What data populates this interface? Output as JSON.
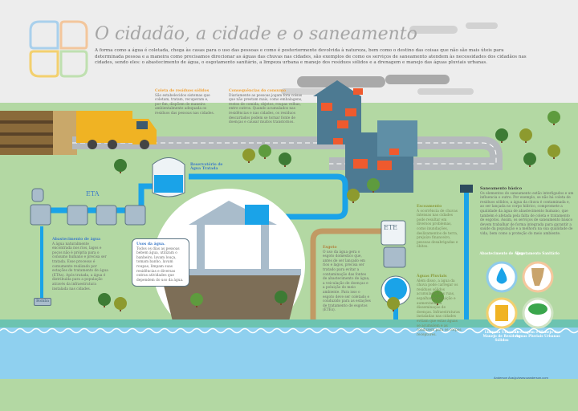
{
  "title": "O cidadão, a cidade e o saneamento",
  "intro": "A forma como a água é coletada, chega às casas para o uso das pessoas e como é posteriormente devolvida à natureza, bem como o destino das coisas que não são mais úteis para determinada pessoa e a maneira como precisamos direcionar as águas das chuvas nas cidades, são exemplos de como os serviços de saneamento atendem às necessidades dos cidadãos nas cidades, sendo eles: o abastecimento de água, o esgotamento sanitário, a limpeza urbana e manejo dos resíduos sólidos e a drenagem e manejo das águas pluviais urbanas.",
  "coleta": {
    "title": "Coleta de resíduos sólidos",
    "text": "São estabelecidos sistemas que coletam, tratam, recuperam e, por fim, dispõem de maneira ambientalmente adequada os resíduos das pessoas nas cidades."
  },
  "consequencias": {
    "title": "Consequências do consumo",
    "text": "Diariamente as pessoas jogam fora coisas que não prestam mais, como embalagens, restos de comida, objetos, roupas velhas, entre outros. Quando acumulados nas residências e nas cidades, os resíduos descartados podem se tornar fonte de doenças e causar muitos transtornos."
  },
  "labels": {
    "eta": "ETA",
    "ete": "ETE",
    "reservatorio": "Reservatório de Água Tratada",
    "bomba": "Bomba"
  },
  "abastecimento": {
    "title": "Abastecimento de água",
    "text": "A água naturalmente encontrada nos rios, lagos e poços não é própria para o consumo humano e precisa ser tratada. Esse processo é comumente realizado por estações de tratamento de água (ETAs). Após tratada, a água é distribuída para a população através da infraestrutura instalada nas cidades."
  },
  "usos": {
    "title": "Usos da água.",
    "text": "Todos os dias as pessoas bebem água, utilizam o banheiro, lavam louça, tomam banho, lavam roupas, limpam suas residências e diversas outras atividades que dependem do uso da água."
  },
  "esgoto": {
    "title": "Esgoto",
    "text": "O uso da água gera o esgoto doméstico que, antes de ser lançado em rios e lagos, precisa ser tratado para evitar a contaminação das fontes de abastecimento de água, a veiculação de doenças e a poluição do meio ambiente. Para isso o esgoto deve ser coletado e conduzido para as estações de tratamento de esgotos (ETEs)."
  },
  "escoamento": {
    "title": "Escoamento",
    "text": "A ocorrência de chuvas intensas nas cidades pode resultar em diversos problemas, como inundações, deslizamentos de terra, prejuízo financeiro, pessoas desabrigadas e óbitos."
  },
  "pluviais": {
    "title": "Águas Pluviais",
    "text": "Além disso, a água da chuva pode carregar os resíduos sólidos acumulados nas ruas, espalhando poluição e aumentando a disseminação de doenças. Infraestruturas instaladas nas cidades evitam que estas águas se acumulem e as conduzem para os corpos receptores."
  },
  "saneamento": {
    "title": "Saneamento básico",
    "text": "Os elementos do saneamento estão interligados e um influencia o outro. Por exemplo, se não há coleta de resíduos sólidos, a água da chuva é contaminada e, ao ser lançada no corpo hídrico, compromete a qualidade da água de abastecimento humano, que também é afetada pela falta de coleta e tratamento de esgotos. Assim, os serviços de saneamento básico devem trabalhar de forma integrada para garantir a saúde da população e a melhora na sua qualidade de vida, bem como a proteção do meio ambiente."
  },
  "icons": [
    {
      "label": "Abastecimento de Água",
      "icon": "water-drop-icon",
      "color": "#8fcbea"
    },
    {
      "label": "Esgotamento Sanitário",
      "icon": "toilet-icon",
      "color": "#f5c79c"
    },
    {
      "label": "Limpeza Urbana e Manejo de Resíduos Sólidos",
      "icon": "trash-can-icon",
      "color": "#f3d06e"
    },
    {
      "label": "Drenagem e Manejo das Águas Pluviais Urbanas",
      "icon": "rain-cloud-icon",
      "color": "#cfe3c3"
    }
  ],
  "credit": "Anderson Araújo/www.aanderson.com",
  "colors": {
    "land": "#b3d8a3",
    "water": "#8fd0ef",
    "pipe": "#1aa3e8",
    "sewer": "#c19a64",
    "road": "#b5b9bd",
    "truck": "#f0b323",
    "roof": "#ef5a2e"
  }
}
